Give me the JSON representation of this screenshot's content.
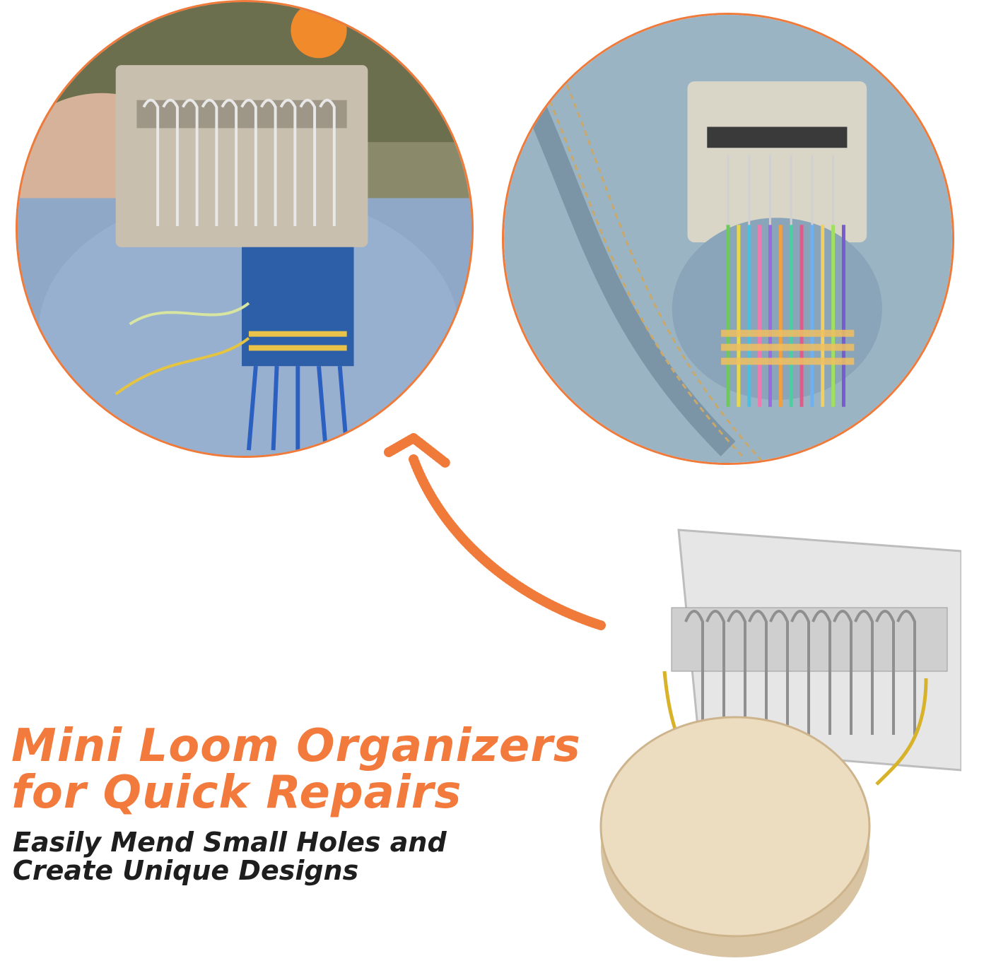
{
  "headline": {
    "line1": "Mini Loom Organizers",
    "line2": "for Quick Repairs"
  },
  "subheadline": {
    "line1": "Easily Mend Small Holes and",
    "line2": "Create Unique Designs"
  },
  "colors": {
    "accent": "#f27a3c",
    "subtext": "#1e1e1e",
    "circle_border": "#f07a3a"
  },
  "icons": {
    "arrow": "curved-arrow-icon"
  }
}
